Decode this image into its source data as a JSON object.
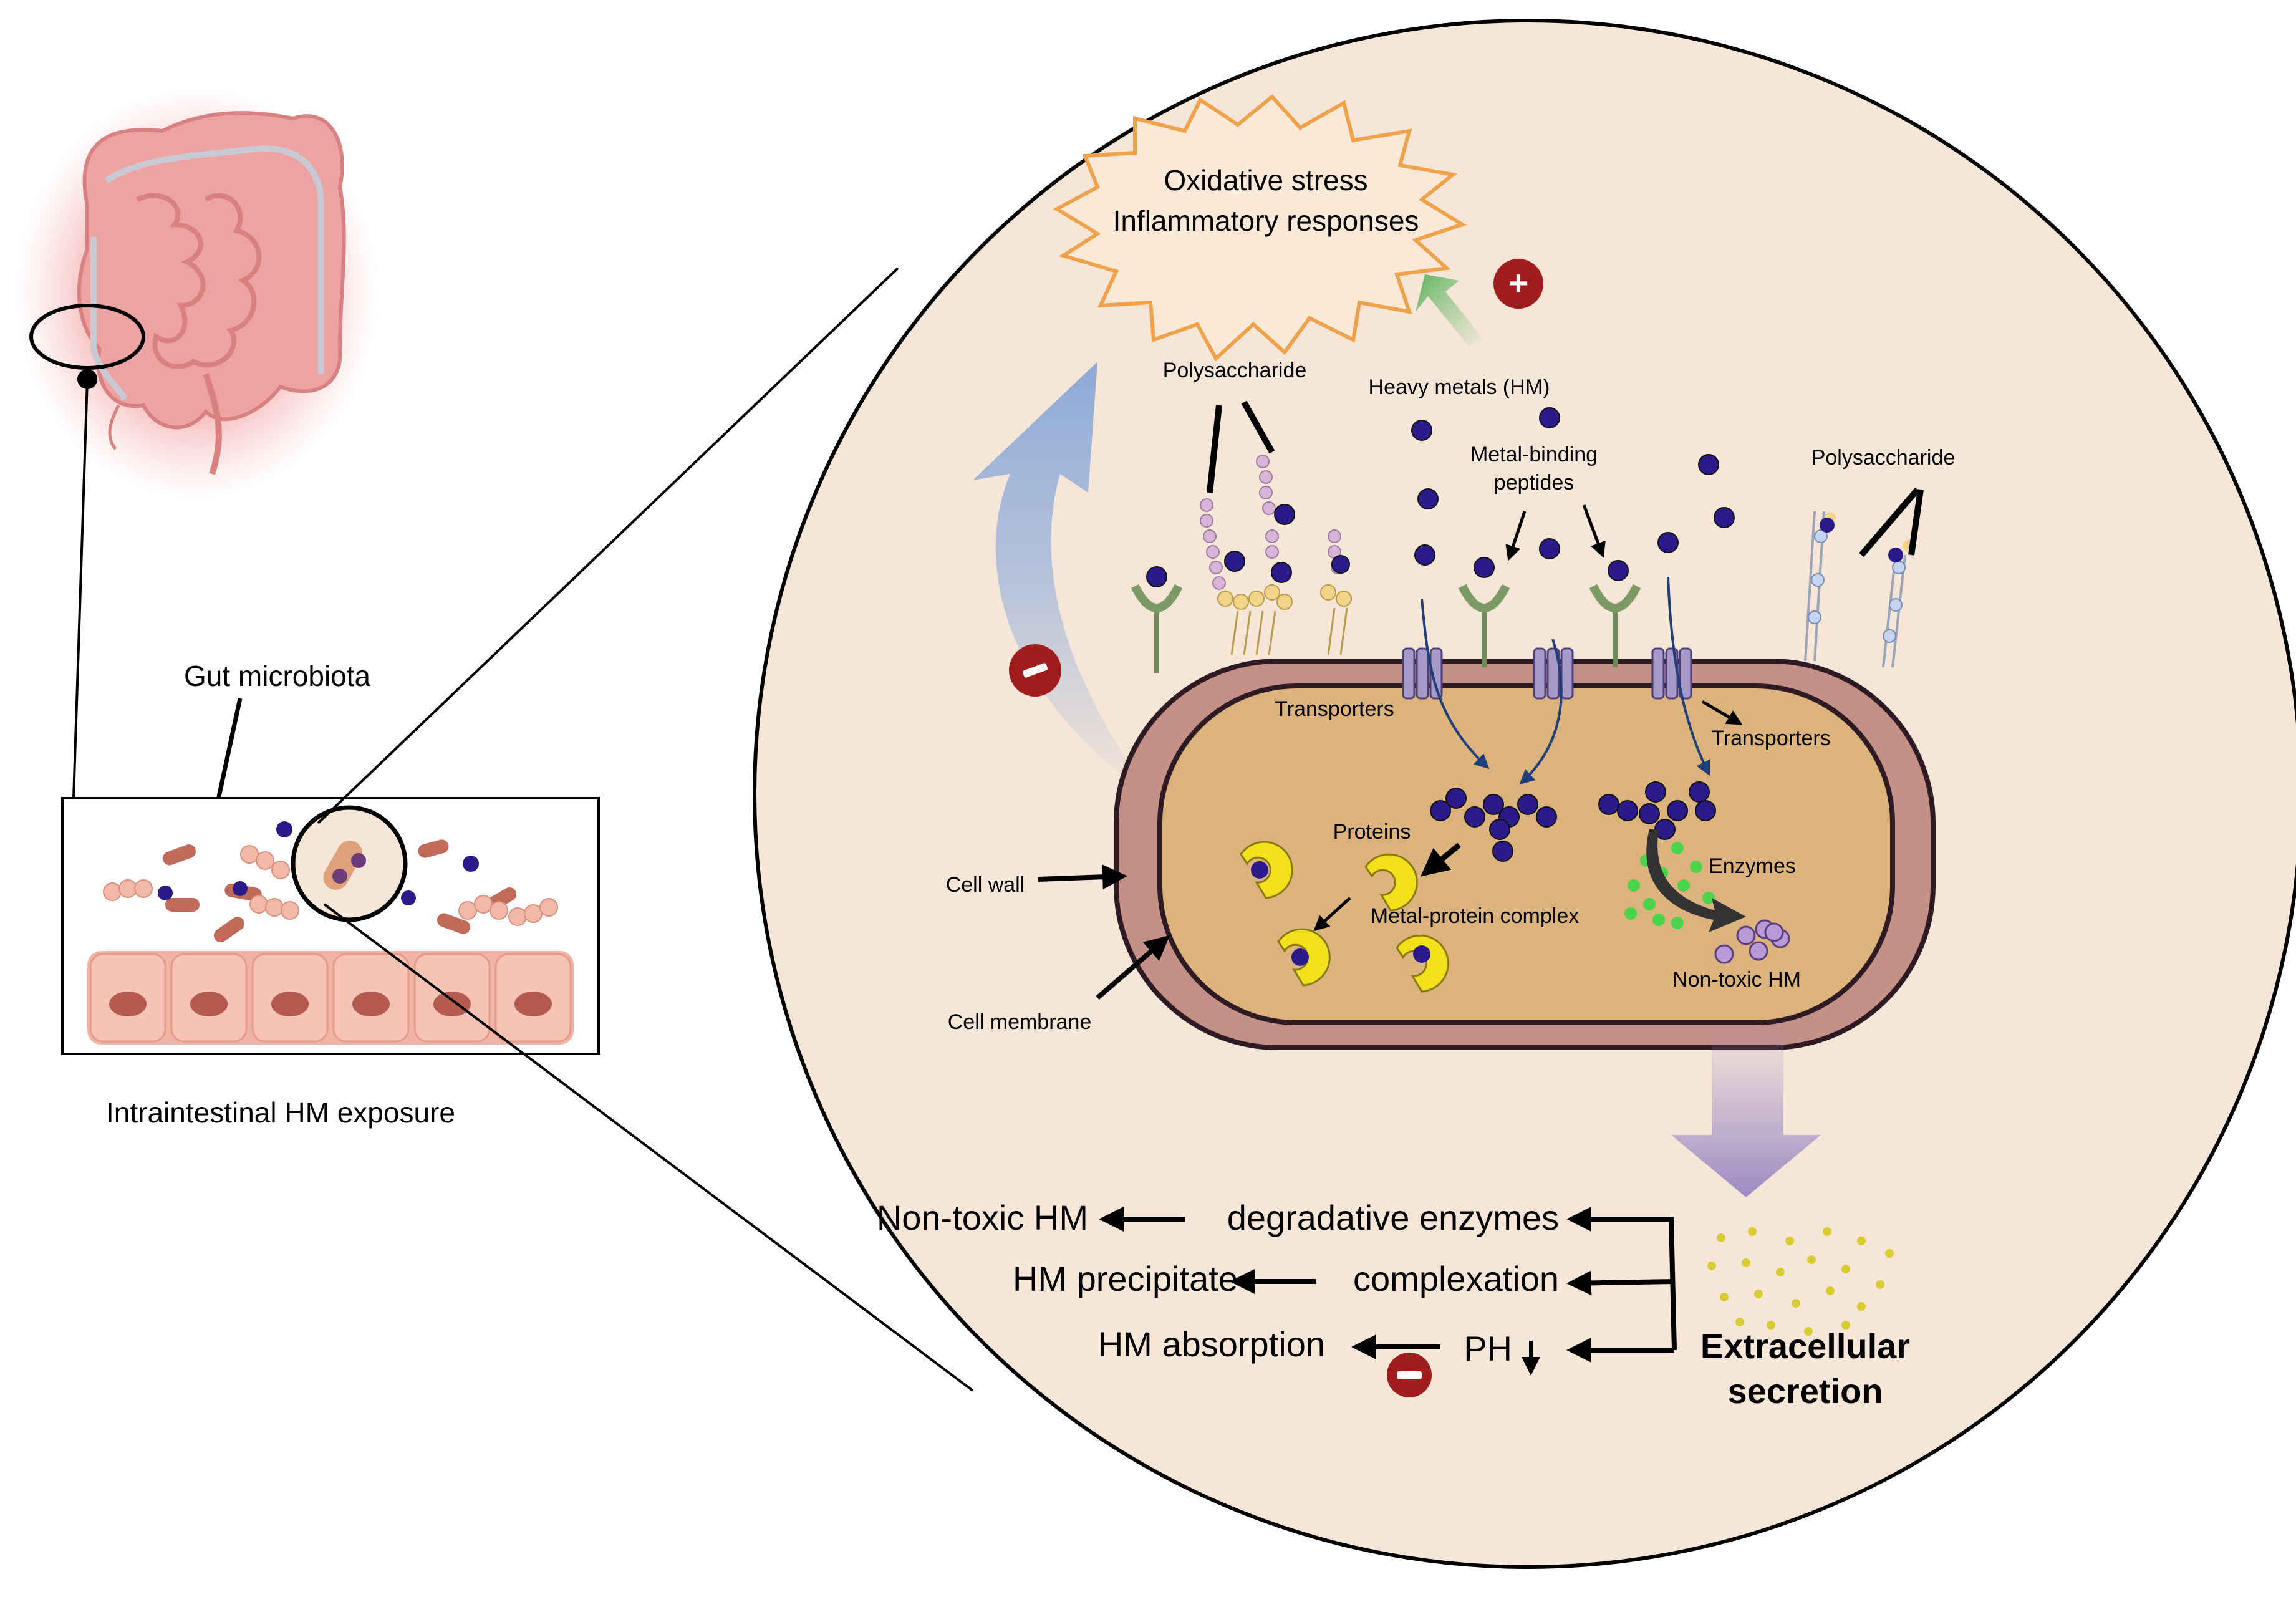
{
  "left_panel": {
    "gut_label": "Gut microbiota",
    "exposure_label": "Intraintestinal HM exposure"
  },
  "top": {
    "stress_line1": "Oxidative stress",
    "stress_line2": "Inflammatory responses",
    "plus_sign": "+",
    "minus_sign": "–"
  },
  "cell_labels": {
    "polysaccharide_left": "Polysaccharide",
    "heavy_metals": "Heavy metals (HM)",
    "metal_binding_line1": "Metal-binding",
    "metal_binding_line2": "peptides",
    "polysaccharide_right": "Polysaccharide",
    "transporters_left": "Transporters",
    "transporters_right": "Transporters",
    "proteins": "Proteins",
    "enzymes": "Enzymes",
    "metal_protein_complex": "Metal-protein complex",
    "non_toxic_hm_inner": "Non-toxic HM",
    "cell_wall": "Cell wall",
    "cell_membrane": "Cell membrane"
  },
  "bottom_flow": {
    "row1_left": "Non-toxic HM",
    "row1_right": "degradative enzymes",
    "row2_left": "HM precipitate",
    "row2_right": "complexation",
    "row3_left": "HM absorption",
    "row3_right": "PH",
    "secretion_line1": "Extracellular",
    "secretion_line2": "secretion"
  },
  "colors": {
    "circle_fill": "#f6e6d8",
    "cell_wall": "#c49088",
    "cytoplasm": "#dcb37d",
    "metal_ion": "#2a1a8a",
    "protein": "#f2e11a",
    "enzyme_dot": "#4bd34b",
    "nontoxic_dot": "#b79ad6",
    "sign_red": "#a11c1c",
    "starburst_stroke": "#f0a24a",
    "secretion_dot": "#d9cc33"
  }
}
